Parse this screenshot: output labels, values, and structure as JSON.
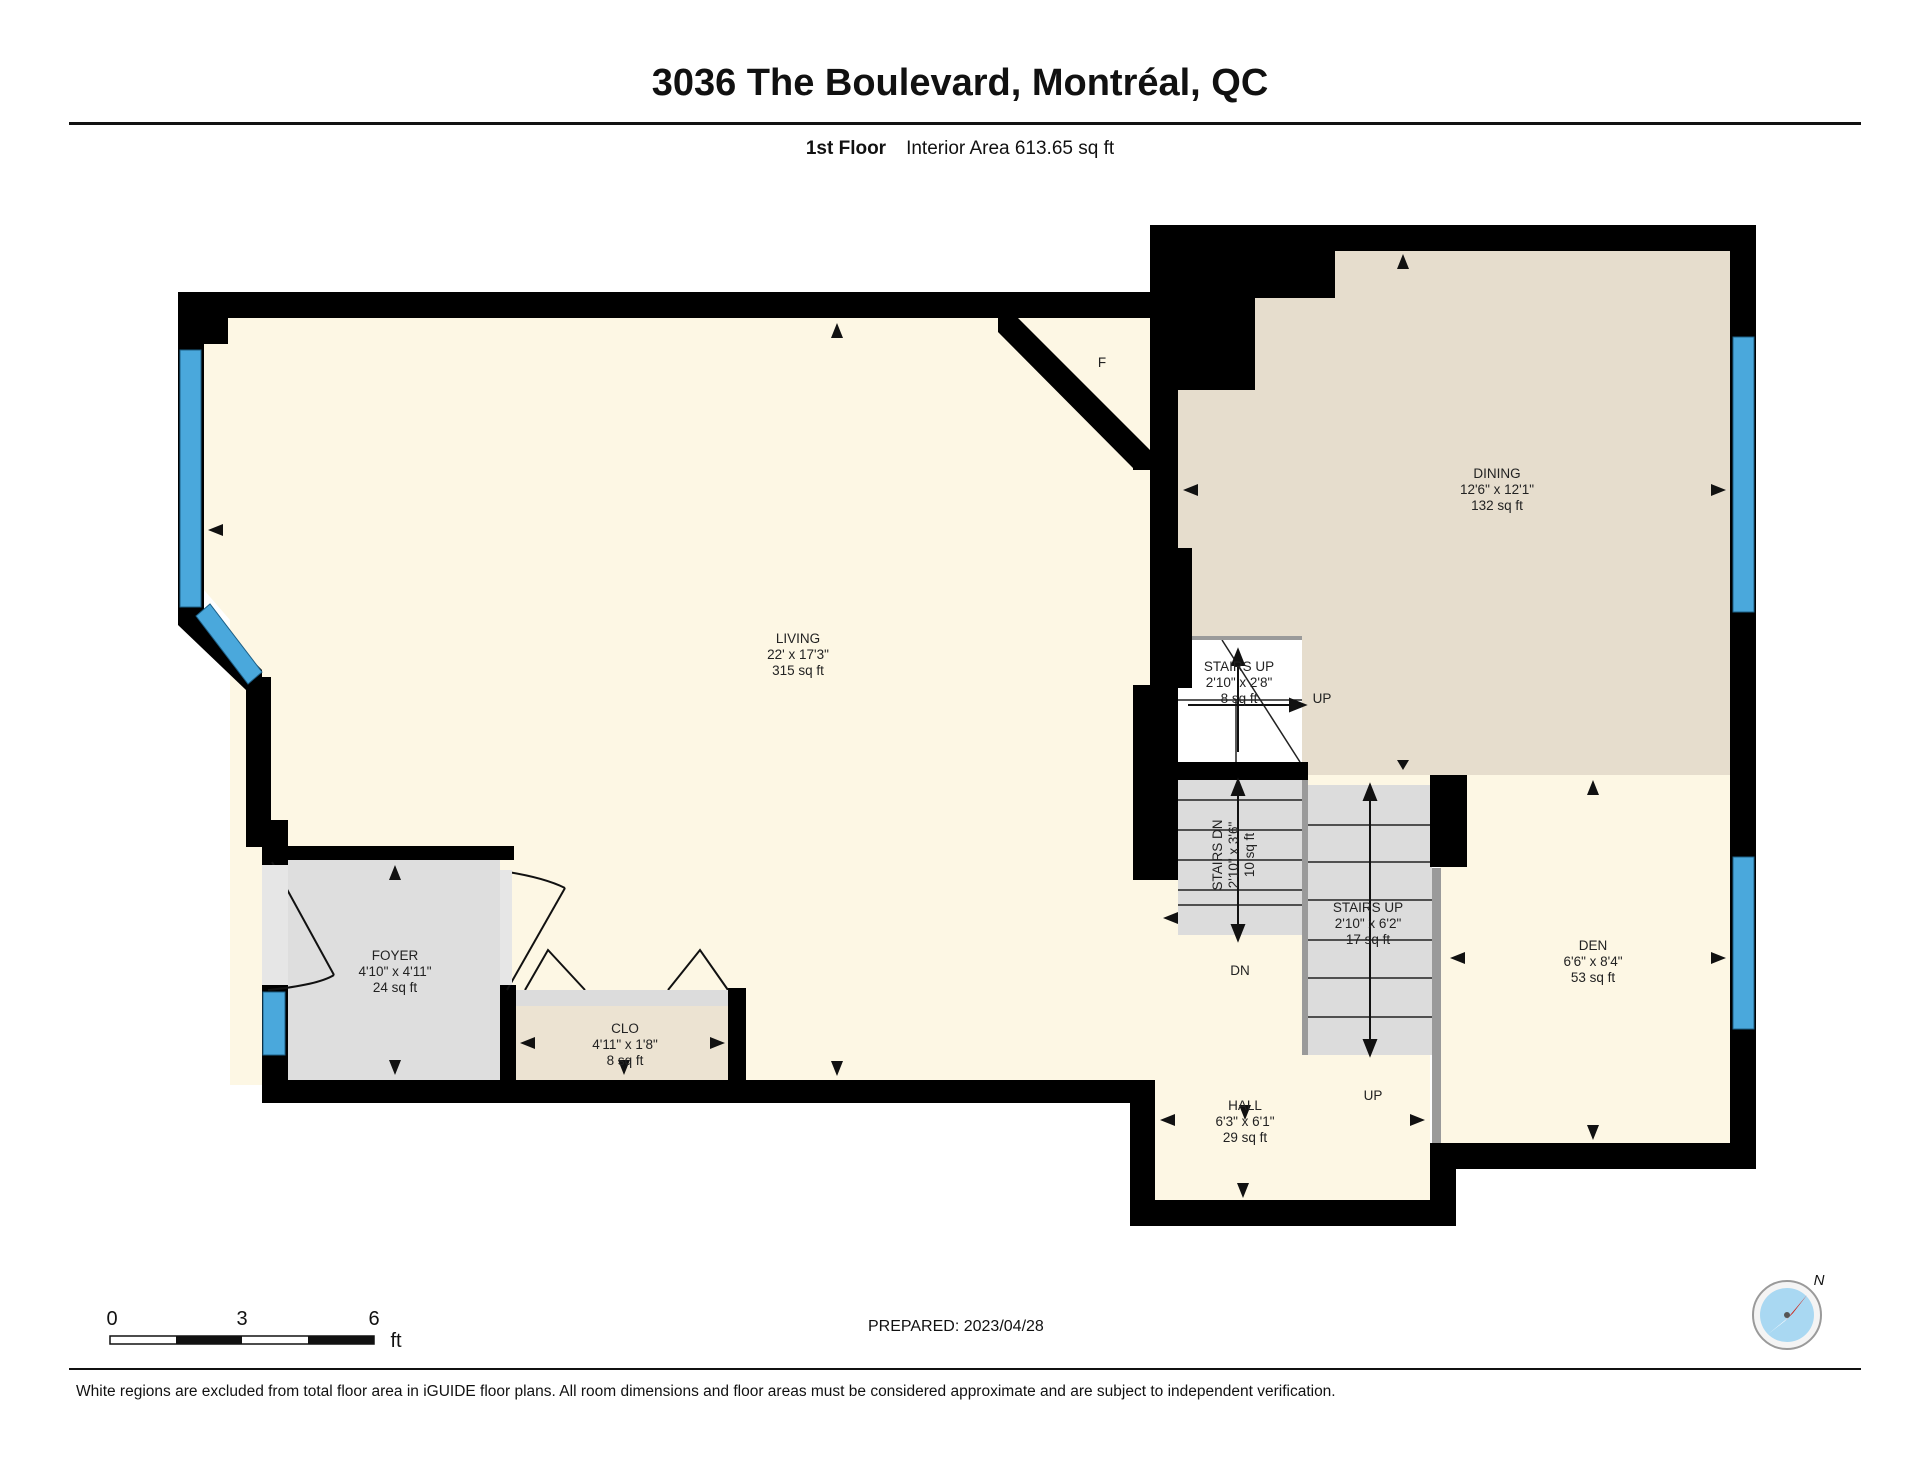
{
  "header": {
    "title": "3036 The Boulevard, Montréal, QC",
    "floor_label": "1st Floor",
    "interior_area": "Interior Area 613.65 sq ft"
  },
  "rooms": {
    "living": {
      "name": "LIVING",
      "dims": "22' x 17'3\"",
      "area": "315 sq ft"
    },
    "dining": {
      "name": "DINING",
      "dims": "12'6\" x 12'1\"",
      "area": "132 sq ft"
    },
    "stairs_up_top": {
      "name": "STAIRS UP",
      "dims": "2'10\" x 2'8\"",
      "area": "8 sq ft"
    },
    "stairs_dn": {
      "name": "STAIRS DN",
      "dims": "2'10\" x 3'6\"",
      "area": "10 sq ft"
    },
    "stairs_up_main": {
      "name": "STAIRS UP",
      "dims": "2'10\" x 6'2\"",
      "area": "17 sq ft"
    },
    "den": {
      "name": "DEN",
      "dims": "6'6\" x 8'4\"",
      "area": "53 sq ft"
    },
    "foyer": {
      "name": "FOYER",
      "dims": "4'10\" x 4'11\"",
      "area": "24 sq ft"
    },
    "clo": {
      "name": "CLO",
      "dims": "4'11\" x 1'8\"",
      "area": "8 sq ft"
    },
    "hall": {
      "name": "HALL",
      "dims": "6'3\" x 6'1\"",
      "area": "29 sq ft"
    }
  },
  "labels": {
    "fireplace": "F",
    "up_1": "UP",
    "up_2": "UP",
    "dn": "DN"
  },
  "scale_bar": {
    "ticks": [
      "0",
      "3",
      "6"
    ],
    "unit": "ft"
  },
  "compass": {
    "north_label": "N"
  },
  "footer": {
    "prepared": "PREPARED: 2023/04/28",
    "disclaimer": "White regions are excluded from total floor area in iGUIDE floor plans. All room dimensions and floor areas must be considered approximate and are subject to independent verification."
  },
  "colors": {
    "wall": "#000000",
    "living_fill": "#fdf7e4",
    "dining_fill": "#e6ddcd",
    "foyer_fill": "#dedede",
    "clo_fill": "#ece3d2",
    "stairs_fill": "#dcdcdc",
    "window": "#4aa8dc"
  }
}
